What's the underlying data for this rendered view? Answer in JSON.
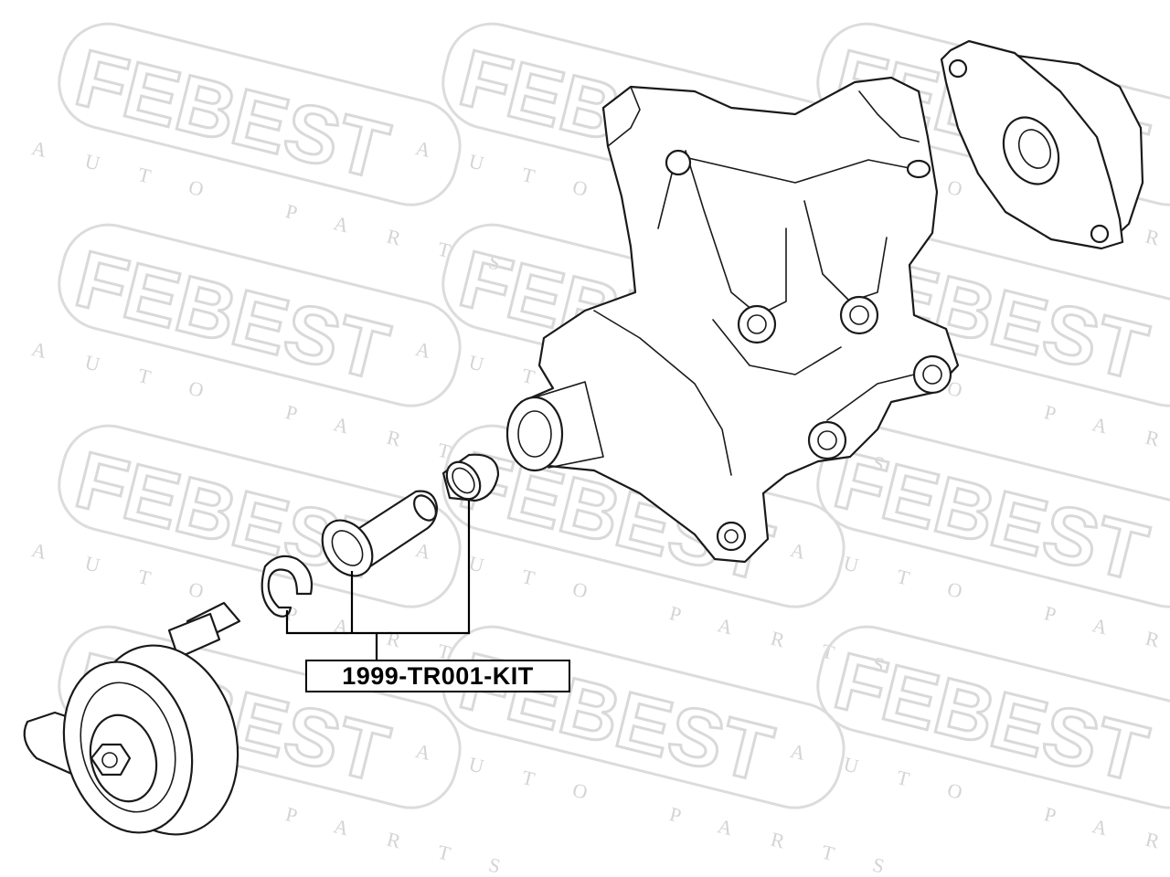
{
  "watermark": {
    "brand": "FEBEST",
    "tagline": "AUTO PARTS",
    "color": "#d9d9d9"
  },
  "callout": {
    "part_number": "1999-TR001-KIT",
    "border_color": "#000000"
  }
}
